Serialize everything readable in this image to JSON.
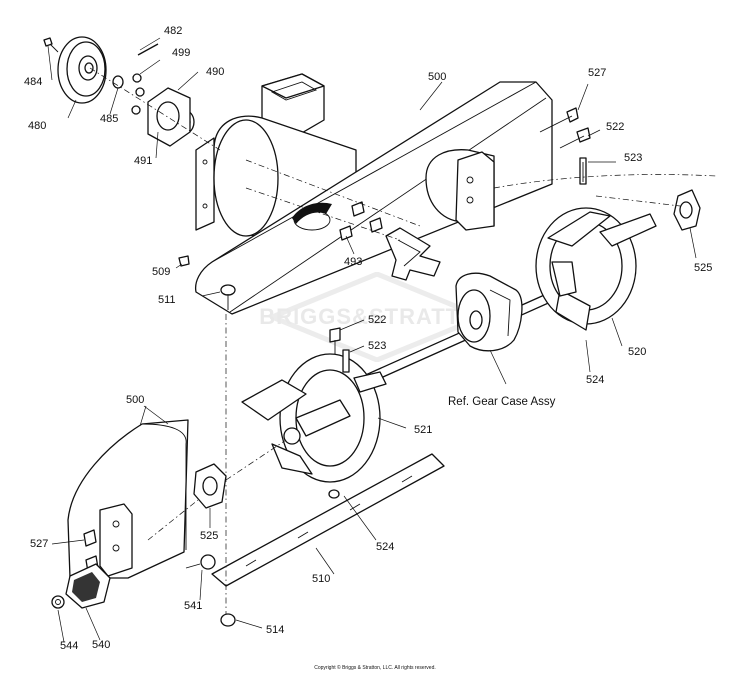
{
  "labels": {
    "l480": "480",
    "l482": "482",
    "l484": "484",
    "l485": "485",
    "l490": "490",
    "l491": "491",
    "l493": "493",
    "l499": "499",
    "l500_top": "500",
    "l500_bottom": "500",
    "l509": "509",
    "l510": "510",
    "l511": "511",
    "l514": "514",
    "l520": "520",
    "l521": "521",
    "l522_top": "522",
    "l522_mid": "522",
    "l523_top": "523",
    "l523_mid": "523",
    "l524_right": "524",
    "l524_bottom": "524",
    "l525_right": "525",
    "l525_bottom": "525",
    "l527_top": "527",
    "l527_bottom": "527",
    "l540": "540",
    "l541": "541",
    "l544": "544",
    "gear_case": "Ref. Gear Case Assy"
  },
  "watermark": "BRIGGS&STRATTON",
  "footer": "Copyright © Briggs & Stratton, LLC. All rights reserved."
}
